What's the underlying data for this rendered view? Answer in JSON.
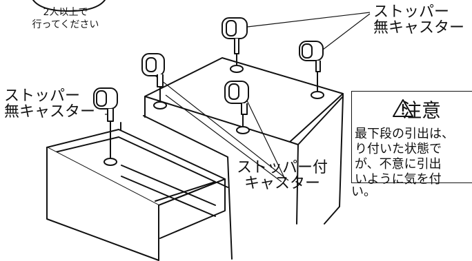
{
  "two_person_note": {
    "line1": "2人以上で",
    "line2": "行ってください"
  },
  "labels": {
    "caster_no_stopper_right": {
      "line1": "ストッパー",
      "line2": "無キャスター"
    },
    "caster_no_stopper_left": {
      "line1": "ストッパー",
      "line2": "無キャスター"
    },
    "caster_with_stopper": {
      "line1": "ストッパー付",
      "line2": "キャスター"
    }
  },
  "warning": {
    "title": "注意",
    "lines": [
      "最下段の引出は、",
      "り付いた状態で",
      "が、不意に引出",
      "いように気を付"
    ],
    "tail": "い。"
  }
}
